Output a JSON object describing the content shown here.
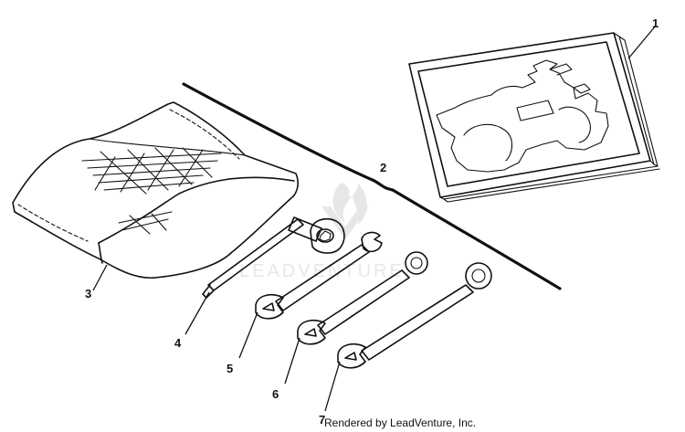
{
  "parts": [
    {
      "number": "1",
      "name": "owner's manual"
    },
    {
      "number": "2",
      "name": "tool kit"
    },
    {
      "number": "3",
      "name": "tool bag"
    },
    {
      "number": "4",
      "name": "screwdriver"
    },
    {
      "number": "5",
      "name": "wrench"
    },
    {
      "number": "6",
      "name": "wrench"
    },
    {
      "number": "7",
      "name": "wrench"
    }
  ],
  "watermark": {
    "text": "LEADVENTURE",
    "logo_icon": "leadventure-flame-icon"
  },
  "credit": "Rendered by LeadVenture, Inc."
}
